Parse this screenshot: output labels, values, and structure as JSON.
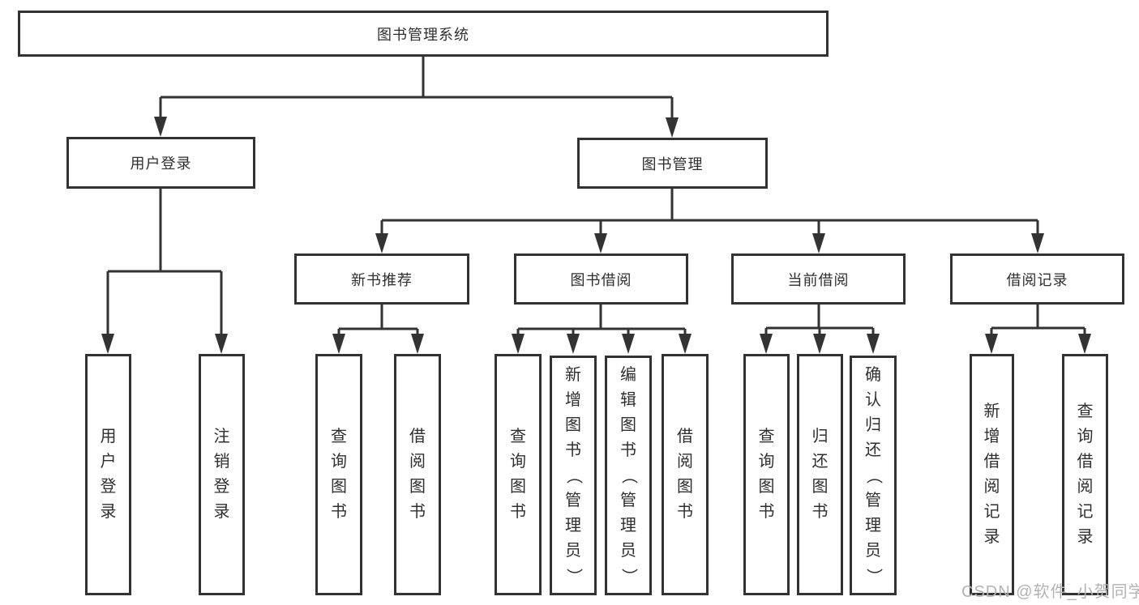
{
  "diagram": {
    "root": {
      "label": "图书管理系统"
    },
    "branches": [
      {
        "label": "用户登录",
        "leaves": [
          "用户登录",
          "注销登录"
        ]
      },
      {
        "label": "图书管理",
        "children": [
          {
            "label": "新书推荐",
            "leaves": [
              "查询图书",
              "借阅图书"
            ]
          },
          {
            "label": "图书借阅",
            "leaves": [
              "查询图书",
              "新增图书（管理员）",
              "编辑图书（管理员）",
              "借阅图书"
            ]
          },
          {
            "label": "当前借阅",
            "leaves": [
              "查询图书",
              "归还图书",
              "确认归还（管理员）"
            ]
          },
          {
            "label": "借阅记录",
            "leaves": [
              "新增借阅记录",
              "查询借阅记录"
            ]
          }
        ]
      }
    ]
  },
  "watermark": {
    "text": "CSDN @软件_小贺同学",
    "color": "#b3b3b3"
  },
  "colors": {
    "line": "#333333",
    "text": "#2f2f2f",
    "background": "#ffffff"
  }
}
